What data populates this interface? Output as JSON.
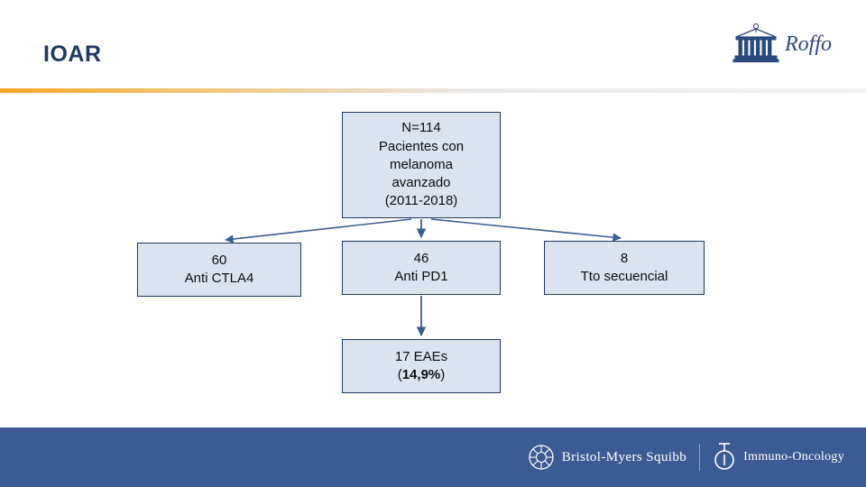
{
  "slide": {
    "title": "IOAR",
    "accent_color": "#f5a623",
    "title_color": "#1f3864",
    "footer_color": "#3c5b94",
    "node_fill": "#dbe3ef",
    "node_border": "#1f3864"
  },
  "brand": {
    "roffo_name": "Roffo",
    "roffo_icon": "institute-building-icon"
  },
  "flow": {
    "nodes": [
      {
        "id": "top",
        "name": "cohort-node",
        "lines": [
          "N=114",
          "Pacientes con",
          "melanoma",
          "avanzado",
          "(2011-2018)"
        ]
      },
      {
        "id": "ctla4",
        "name": "anti-ctla4-node",
        "lines": [
          "60",
          "Anti CTLA4"
        ]
      },
      {
        "id": "pd1",
        "name": "anti-pd1-node",
        "lines": [
          "46",
          "Anti PD1"
        ]
      },
      {
        "id": "seq",
        "name": "sequential-treatment-node",
        "lines": [
          "8",
          "Tto secuencial"
        ]
      },
      {
        "id": "eaes",
        "name": "eaes-node",
        "lines": [
          "17 EAEs",
          "(14,9%)"
        ],
        "bold_segment": "14,9%",
        "prefix": "(",
        "suffix": ")"
      }
    ]
  },
  "footer": {
    "bms_label": "Bristol-Myers Squibb",
    "bms_icon": "bms-emblem-icon",
    "io_label": "Immuno-Oncology",
    "io_icon": "immuno-oncology-icon"
  }
}
